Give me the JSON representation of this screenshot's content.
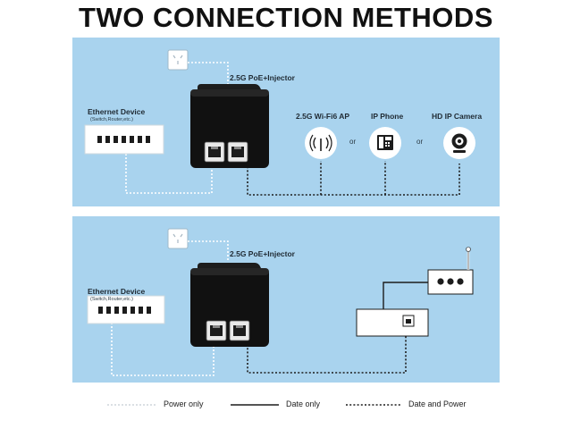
{
  "title": "TWO CONNECTION METHODS",
  "panel1": {
    "injector_label": "2.5G PoE+Injector",
    "ethernet_device": "Ethernet Device",
    "ethernet_sub": "(Switch,Router,etc.)",
    "devices": [
      {
        "label": "2.5G Wi-Fi6 AP",
        "icon": "wifi-ap-icon"
      },
      {
        "label": "IP Phone",
        "icon": "ip-phone-icon"
      },
      {
        "label": "HD IP Camera",
        "icon": "ip-camera-icon"
      }
    ],
    "or_text": "or"
  },
  "panel2": {
    "injector_label": "2.5G PoE+Injector",
    "ethernet_device": "Ethernet Device",
    "ethernet_sub": "(Switch,Router,etc.)"
  },
  "legend": {
    "power_only": "Power only",
    "data_only": "Date only",
    "data_and_power": "Date and Power"
  },
  "colors": {
    "panel": "#a9d3ee",
    "line": "#1c1c1c",
    "power_line": "#ffffff"
  }
}
